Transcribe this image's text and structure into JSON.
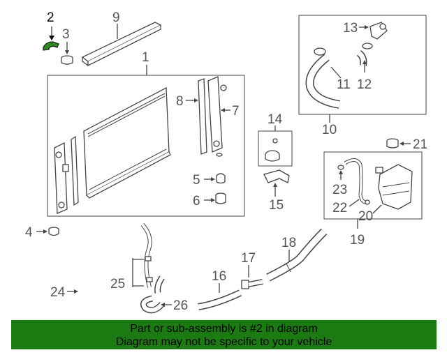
{
  "callouts": [
    "1",
    "2",
    "3",
    "4",
    "5",
    "6",
    "7",
    "8",
    "9",
    "10",
    "11",
    "12",
    "13",
    "14",
    "15",
    "16",
    "17",
    "18",
    "19",
    "20",
    "21",
    "22",
    "23",
    "24",
    "25",
    "26"
  ],
  "banner": {
    "line1": "Part or sub-assembly is #2 in diagram",
    "line2": "Diagram may not be specific to your vehicle"
  },
  "colors": {
    "highlight_part": "#2e8b1f",
    "banner_bg": "#1c7a12"
  }
}
